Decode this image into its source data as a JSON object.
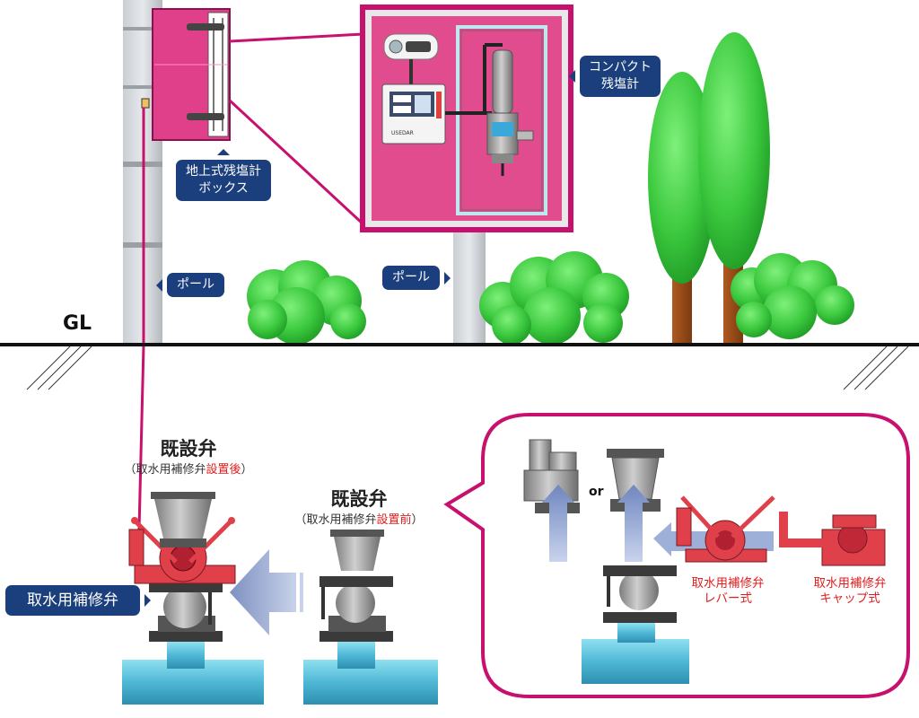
{
  "ground_label": "GL",
  "labels": {
    "box_label": [
      "地上式残塩計",
      "ボックス"
    ],
    "pole_left": "ポール",
    "pole_right": "ポール",
    "compact_meter": [
      "コンパクト",
      "残塩計"
    ],
    "repair_valve_tag": "取水用補修弁"
  },
  "valve_after": {
    "title": "既設弁",
    "sub_pre": "（取水用補修弁",
    "sub_red": "設置後",
    "sub_post": "）"
  },
  "valve_before": {
    "title": "既設弁",
    "sub_pre": "（取水用補修弁",
    "sub_red": "設置前",
    "sub_post": "）"
  },
  "detail": {
    "or_text": "or",
    "lever_type": [
      "取水用補修弁",
      "レバー式"
    ],
    "cap_type": [
      "取水用補修弁",
      "キャップ式"
    ]
  },
  "device": {
    "brand": "USEDAR"
  },
  "colors": {
    "magenta": "#c8106e",
    "box_pink": "#e0408a",
    "navy": "#1b3f7c",
    "tree_green": "#3cc840",
    "pipe_blue": "#5fc3dc",
    "valve_red": "#e0404a",
    "valve_gray": "#9a9a9a"
  }
}
